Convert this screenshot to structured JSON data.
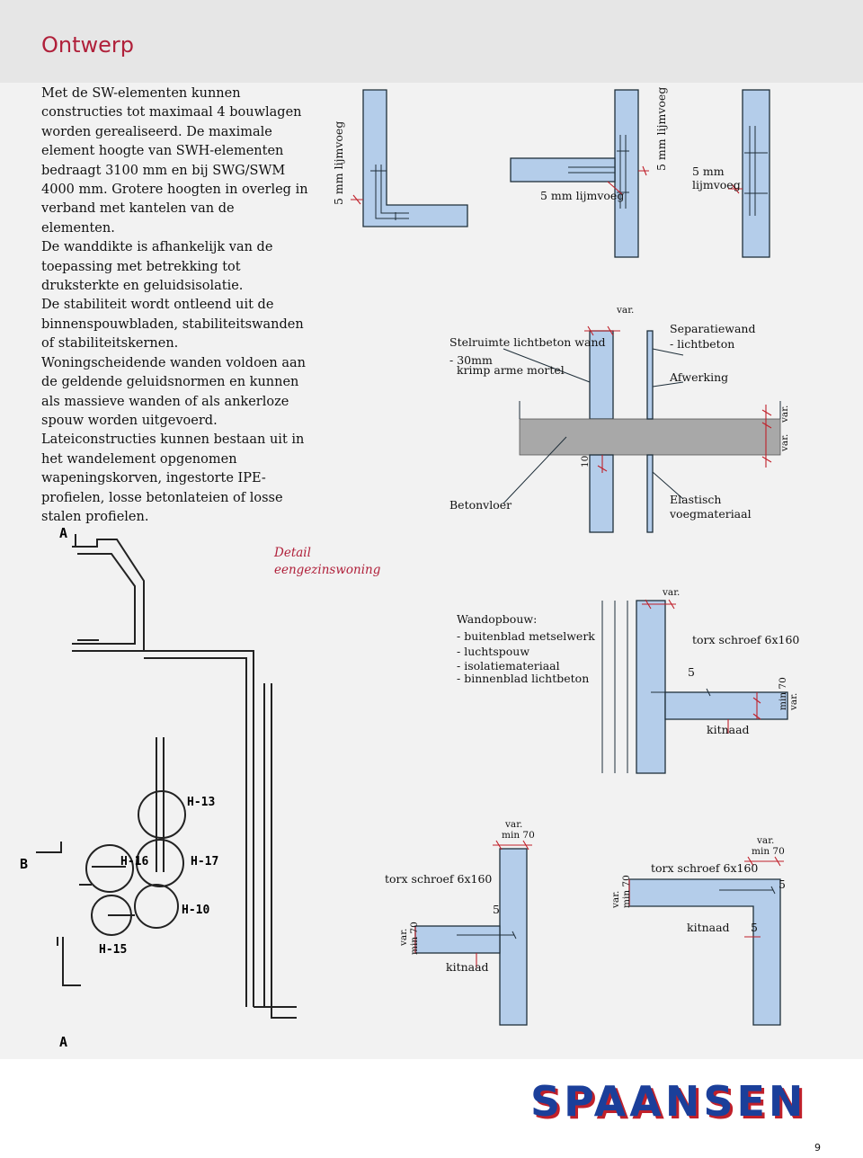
{
  "page": {
    "title": "Ontwerp",
    "paragraphs": [
      "Met de SW-elementen kunnen constructies tot maximaal 4 bouwlagen worden gerealiseerd. De maximale element hoogte van SWH-elementen bedraagt 3100 mm en bij SWG/SWM 4000 mm. Grotere hoogten in overleg in verband met kantelen van de elementen.",
      "De wanddikte is afhankelijk van de toepassing met betrekking tot druksterkte en geluidsisolatie.",
      "De stabiliteit wordt ontleend uit de binnenspouwbladen, stabiliteitswanden of stabiliteitskernen.",
      "Woningscheidende wanden voldoen aan de geldende geluidsnormen en kunnen als massieve wanden of als ankerloze spouw worden uitgevoerd.",
      "Lateiconstructies kunnen bestaan uit in het wandelement opgenomen wapeningskorven, ingestorte IPE-profielen, losse betonlateien of losse stalen profielen."
    ],
    "caption_line1": "Detail",
    "caption_line2": "eengezinswoning",
    "logo": "SPAANSEN",
    "page_number": "9"
  },
  "labels": {
    "lijmvoeg_a": "5 mm lijmvoeg",
    "lijmvoeg_b": "5 mm lijmvoeg",
    "lijmvoeg_c": "5 mm lijmvoeg",
    "lijmvoeg_d1": "5 mm",
    "lijmvoeg_d2": "lijmvoeg",
    "stelruimte": "Stelruimte lichtbeton wand",
    "dash30": "- 30mm",
    "krimp": "krimp arme mortel",
    "var": "var.",
    "ten": "10",
    "betonvloer": "Betonvloer",
    "separatie1": "Separatiewand",
    "separatie2": "- lichtbeton",
    "afwerking": "Afwerking",
    "elastisch1": "Elastisch",
    "elastisch2": "voegmateriaal",
    "wandopbouw": "Wandopbouw:",
    "opbouw1": "- buitenblad metselwerk",
    "opbouw2": "- luchtspouw",
    "opbouw3": "- isolatiemateriaal",
    "opbouw4": "- binnenblad lichtbeton",
    "torx": "torx schroef 6x160",
    "five": "5",
    "min70": "min 70",
    "kitnaad": "kitnaad"
  },
  "plan": {
    "marker_a": "A",
    "marker_b": "B",
    "h13": "H-13",
    "h16": "H-16",
    "h17": "H-17",
    "h10": "H-10",
    "h15": "H-15"
  }
}
